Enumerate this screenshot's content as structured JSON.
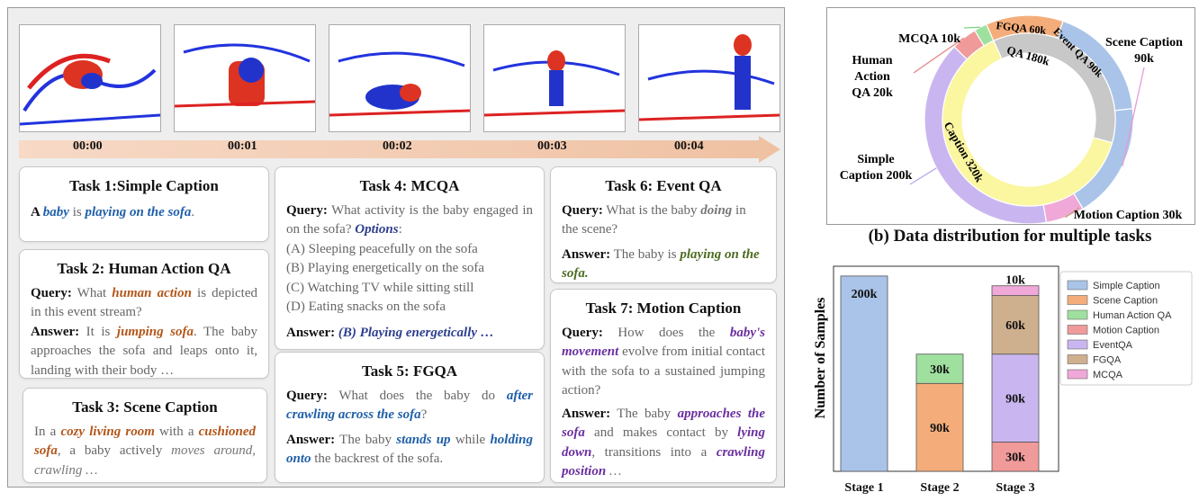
{
  "timeline": {
    "timestamps": [
      "00:00",
      "00:01",
      "00:02",
      "00:03",
      "00:04"
    ]
  },
  "tasks": {
    "t1": {
      "title": "Task 1:Simple Caption",
      "a": "A ",
      "baby": "baby",
      "is": " is ",
      "playing": "playing on the sofa",
      "end": "."
    },
    "t2": {
      "title": "Task 2: Human Action QA",
      "q_label": "Query:",
      "q1": " What ",
      "q_hl": "human action",
      "q2": " is depicted in this event stream?",
      "a_label": "Answer:",
      "a1": " It is ",
      "a_hl": "jumping sofa",
      "a2": ". The baby approaches the sofa and leaps onto it, landing with their body …"
    },
    "t3": {
      "title": "Task 3: Scene Caption",
      "s1": "In a ",
      "hl1": "cozy living room",
      "s2": " with a ",
      "hl2": "cushioned sofa",
      "s3": ", a baby actively ",
      "s4": "moves around, crawling …"
    },
    "t4": {
      "title": "Task 4: MCQA",
      "q_label": "Query:",
      "q1": " What activity is the baby engaged in on the sofa? ",
      "opt": "Options",
      "colon": ":",
      "options": [
        "(A) Sleeping peacefully on the sofa",
        "(B) Playing energetically on the sofa",
        "(C) Watching TV while sitting still",
        "(D) Eating snacks on the sofa"
      ],
      "a_label": "Answer:",
      "a_hl": "(B) Playing energetically …"
    },
    "t5": {
      "title": "Task 5: FGQA",
      "q_label": "Query:",
      "q1": " What does the baby do ",
      "q_hl": "after crawling across the sofa",
      "q2": "?",
      "a_label": "Answer:",
      "a1": " The baby ",
      "a_hl1": "stands up",
      "a2": " while ",
      "a_hl2": "holding onto",
      "a3": " the backrest of the sofa."
    },
    "t6": {
      "title": "Task 6: Event QA",
      "q_label": "Query:",
      "q1": " What is the baby ",
      "q_hl": "doing",
      "q2": " in the scene?",
      "a_label": "Answer:",
      "a1": " The baby is ",
      "a_hl": "playing on the sofa."
    },
    "t7": {
      "title": "Task 7: Motion Caption",
      "q_label": "Query:",
      "q1": " How does the ",
      "q_hl": "baby's movement",
      "q2": " evolve from initial contact with the sofa to a sustained jumping action?",
      "a_label": "Answer:",
      "a1": " The baby ",
      "a_hl1": "approaches the sofa",
      "a2": " and makes contact by ",
      "a_hl2": "lying down",
      "a3": ", transitions into a ",
      "a_hl3": "crawling position",
      "a4": " …"
    }
  },
  "donut": {
    "caption": "(b) Data distribution for multiple tasks",
    "outer_labels": {
      "mcqa": "MCQA 10k",
      "human1": "Human",
      "human2": "Action",
      "human3": "QA 20k",
      "scene1": "Scene Caption",
      "scene2": "90k",
      "simple1": "Simple",
      "simple2": "Caption 200k",
      "motion": "Motion Caption 30k",
      "fgqa": "FGQA 60k",
      "eventqa": "Event QA 90k"
    },
    "inner_labels": {
      "qa": "QA 180k",
      "caption": "Caption 320k"
    }
  },
  "chart_data": [
    {
      "type": "pie",
      "title": "(b) Data distribution for multiple tasks",
      "rings": [
        {
          "ring": "inner",
          "slices": [
            {
              "label": "QA",
              "value": 180
            },
            {
              "label": "Caption",
              "value": 320
            }
          ]
        },
        {
          "ring": "outer",
          "slices": [
            {
              "label": "FGQA",
              "value": 60,
              "color": "#f4ad7a"
            },
            {
              "label": "Event QA",
              "value": 90,
              "color": "#a9c4e8"
            },
            {
              "label": "Scene Caption",
              "value": 90,
              "color": "#a9c4e8"
            },
            {
              "label": "Motion Caption",
              "value": 30,
              "color": "#f0a8d8"
            },
            {
              "label": "Simple Caption",
              "value": 200,
              "color": "#c9b6f0"
            },
            {
              "label": "Human Action QA",
              "value": 20,
              "color": "#f09a9a"
            },
            {
              "label": "MCQA",
              "value": 10,
              "color": "#9fe09f"
            }
          ]
        }
      ],
      "unit": "k"
    },
    {
      "type": "bar",
      "ylabel": "Number of Samples",
      "categories": [
        "Stage 1",
        "Stage 2",
        "Stage 3"
      ],
      "stacked": true,
      "grid": false,
      "legend": "top-right",
      "series": [
        {
          "name": "Simple Caption",
          "color": "#a9c4e8",
          "values": [
            200,
            0,
            0
          ],
          "labels": [
            "200k",
            "",
            ""
          ]
        },
        {
          "name": "Scene Caption",
          "color": "#f4ad7a",
          "values": [
            0,
            90,
            0
          ],
          "labels": [
            "",
            "90k",
            ""
          ]
        },
        {
          "name": "Human Action QA",
          "color": "#9fe09f",
          "values": [
            0,
            30,
            0
          ],
          "labels": [
            "",
            "30k",
            ""
          ]
        },
        {
          "name": "Motion Caption",
          "color": "#f09a9a",
          "values": [
            0,
            0,
            30
          ],
          "labels": [
            "",
            "",
            "30k"
          ]
        },
        {
          "name": "EventQA",
          "color": "#c9b6f0",
          "values": [
            0,
            0,
            90
          ],
          "labels": [
            "",
            "",
            "90k"
          ]
        },
        {
          "name": "FGQA",
          "color": "#cfb08e",
          "values": [
            0,
            0,
            60
          ],
          "labels": [
            "",
            "",
            "60k"
          ]
        },
        {
          "name": "MCQA",
          "color": "#f0a8d8",
          "values": [
            0,
            0,
            10
          ],
          "labels": [
            "",
            "",
            "10k"
          ]
        }
      ]
    }
  ]
}
